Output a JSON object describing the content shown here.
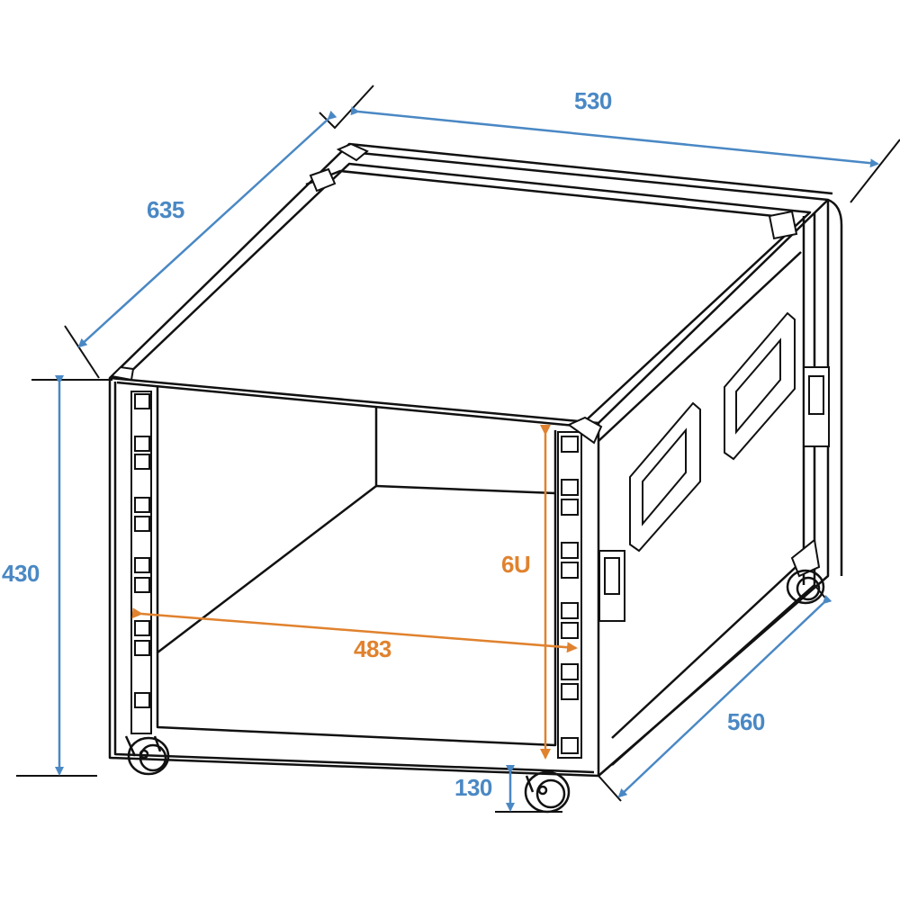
{
  "diagram": {
    "subject": "6U rack flight case with casters, isometric line drawing",
    "colors": {
      "outline": "#111111",
      "outer_dimension": "#4a88c4",
      "inner_dimension": "#e0822e"
    },
    "dimensions": {
      "width": {
        "value": "530",
        "color": "#4a88c4"
      },
      "depth_top": {
        "value": "635",
        "color": "#4a88c4"
      },
      "height": {
        "value": "430",
        "color": "#4a88c4"
      },
      "depth_bottom": {
        "value": "560",
        "color": "#4a88c4"
      },
      "caster_height": {
        "value": "130",
        "color": "#4a88c4"
      },
      "rack_height": {
        "value": "6U",
        "color": "#e0822e"
      },
      "rack_width": {
        "value": "483",
        "color": "#e0822e"
      }
    },
    "parts": [
      "front-frame",
      "rack-rails",
      "side-handles",
      "butterfly-latches",
      "corner-caps",
      "casters"
    ]
  }
}
